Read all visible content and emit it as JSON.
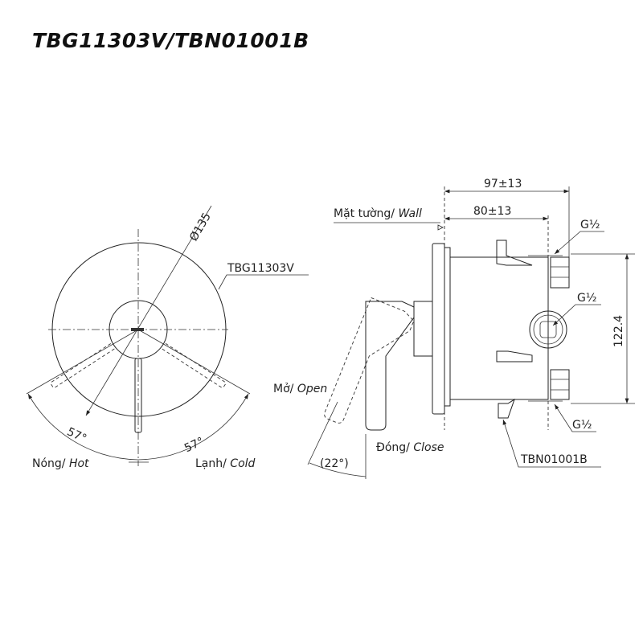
{
  "title": "TBG11303V/TBN01001B",
  "front_view": {
    "diameter_label": "Ø135",
    "part_label": "TBG11303V",
    "angle_left": "57°",
    "angle_right": "57°",
    "hot_label": "Nóng/",
    "hot_label_en": "Hot",
    "cold_label": "Lạnh/",
    "cold_label_en": "Cold"
  },
  "side_view": {
    "wall_label": "Mặt tường/",
    "wall_label_en": "Wall",
    "dim_total": "97±13",
    "dim_body": "80±13",
    "dim_height": "122.4",
    "port_top": "G½",
    "port_middle": "G½",
    "port_bottom": "G½",
    "part_label": "TBN01001B",
    "open_label": "Mở/",
    "open_label_en": "Open",
    "close_label": "Đóng/",
    "close_label_en": "Close",
    "open_angle": "(22°)"
  }
}
